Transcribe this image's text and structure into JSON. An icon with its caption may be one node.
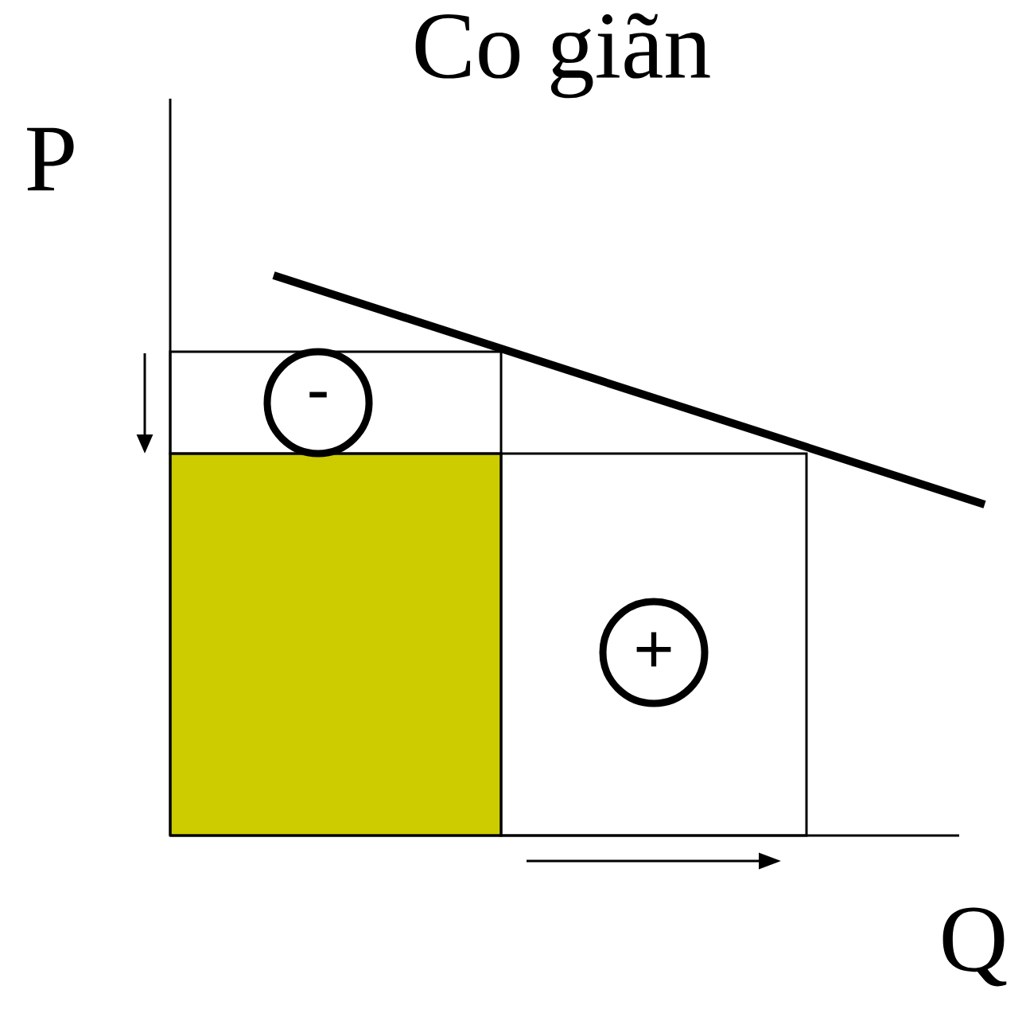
{
  "diagram": {
    "title": "Co giãn",
    "nodes": [
      {
        "text": [
          "-"
        ]
      },
      {
        "text": [
          "+"
        ]
      }
    ],
    "labels": [
      "P",
      "Q"
    ]
  }
}
